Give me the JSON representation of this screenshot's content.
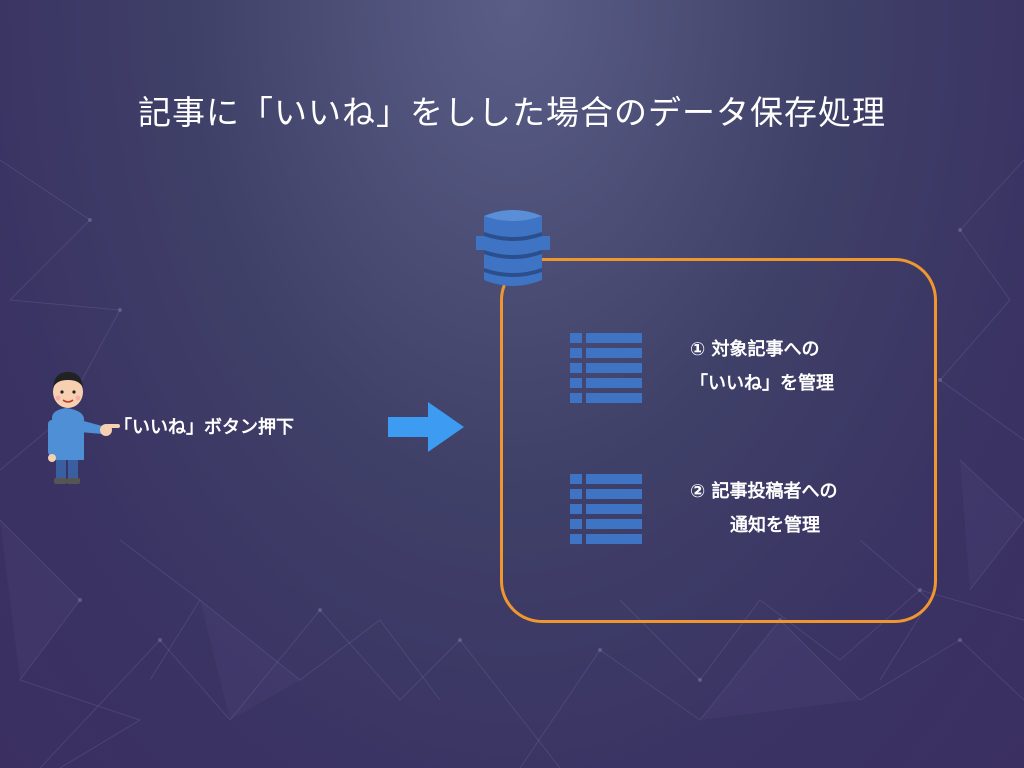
{
  "slide": {
    "title": "記事に「いいね」をしした場合のデータ保存処理"
  },
  "user_action": {
    "label": "「いいね」ボタン押下"
  },
  "database": {
    "icon": "dynamodb-icon",
    "border_color": "#f0962e",
    "items": [
      {
        "icon": "table-icon",
        "line1": "① 対象記事への",
        "line2": "「いいね」を管理"
      },
      {
        "icon": "table-icon",
        "line1": "② 記事投稿者への",
        "line2": "通知を管理"
      }
    ]
  },
  "colors": {
    "arrow": "#3d9cf2",
    "db_blue": "#3f73c4",
    "accent_orange": "#f0962e"
  }
}
